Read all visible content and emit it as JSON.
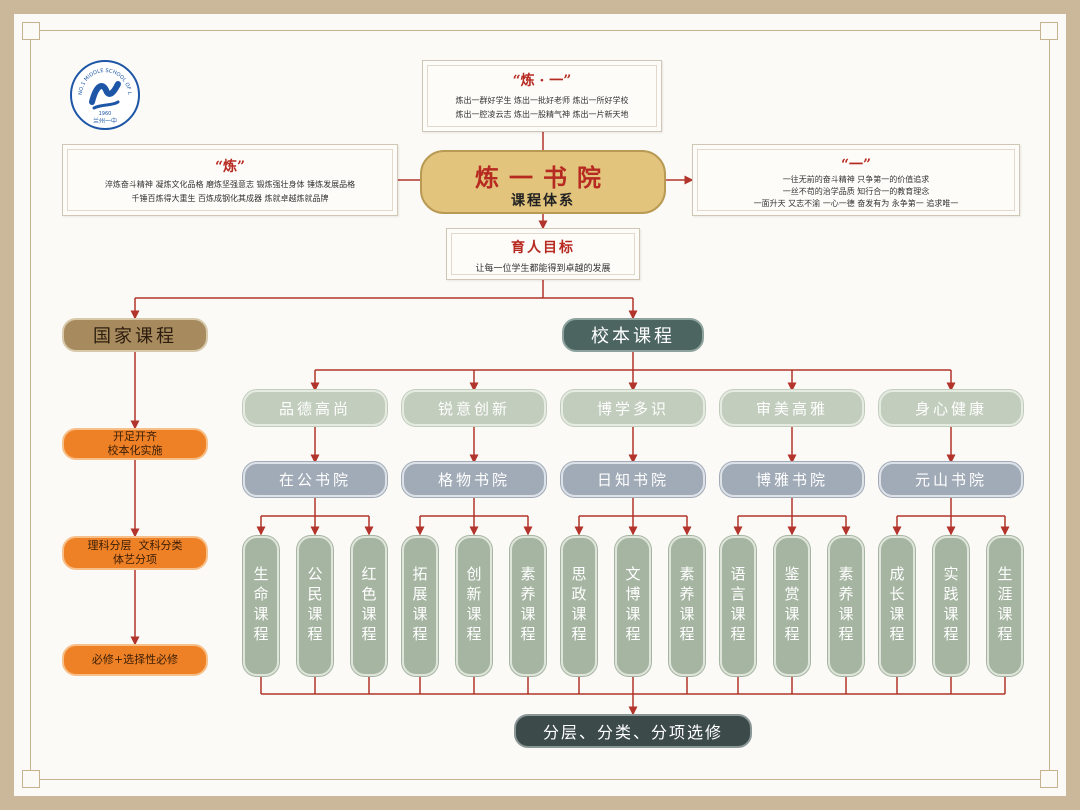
{
  "lian_dot_yi": {
    "title": "“炼 · 一”",
    "lines": [
      "炼出一群好学生  炼出一批好老师  炼出一所好学校",
      "炼出一腔凌云志  炼出一股精气神  炼出一片新天地"
    ]
  },
  "lian": {
    "title": "“炼”",
    "lines": [
      "淬炼奋斗精神  凝炼文化品格  磨炼坚强意志  锻炼强壮身体  锤炼发展品格",
      "千锤百炼得大重生   百炼成钢化其成器   炼就卓越炼就品牌"
    ]
  },
  "yi": {
    "title": "“一”",
    "lines": [
      "一往无前的奋斗精神    只争第一的价值追求",
      "一丝不苟的治学品质    知行合一的教育理念",
      "一面升天  又志不渝     一心一德  奋发有为     永争第一  追求唯一"
    ]
  },
  "center": {
    "title": "炼一书院",
    "subtitle": "课程体系"
  },
  "goal": {
    "title": "育人目标",
    "text": "让每一位学生都能得到卓越的发展"
  },
  "national": "国家课程",
  "school": "校本课程",
  "national_items": [
    "开足开齐\n校本化实施",
    "理科分层  文科分类\n体艺分项",
    "必修+选择性必修"
  ],
  "categories": [
    "品德高尚",
    "锐意创新",
    "博学多识",
    "审美高雅",
    "身心健康"
  ],
  "academies": [
    "在公书院",
    "格物书院",
    "日知书院",
    "博雅书院",
    "元山书院"
  ],
  "courses": [
    "生命课程",
    "公民课程",
    "红色课程",
    "拓展课程",
    "创新课程",
    "素养课程",
    "思政课程",
    "文博课程",
    "素养课程",
    "语言课程",
    "鉴赏课程",
    "素养课程",
    "成长课程",
    "实践课程",
    "生涯课程"
  ],
  "bottom": "分层、分类、分项选修",
  "logo": {
    "outer": "NO.1 MIDDLE SCHOOL OF LANZHOU",
    "year": "1960",
    "bottom": "兰州一中"
  },
  "colors": {
    "line": "#b2342c",
    "sage": "#a6b5a2",
    "slate": "#a1abb8",
    "orange": "#ee8026"
  }
}
